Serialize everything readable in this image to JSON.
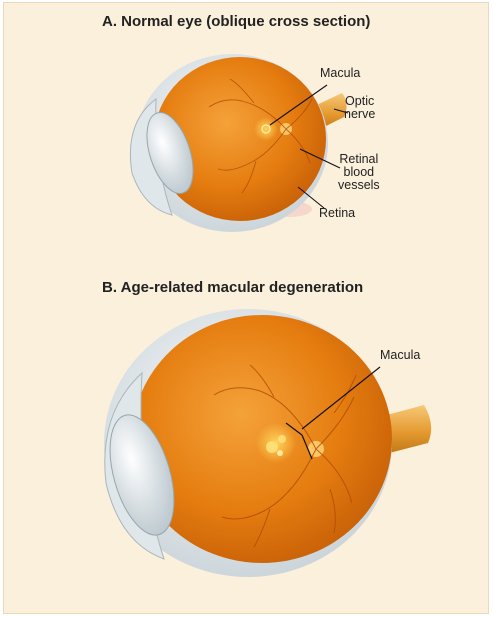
{
  "panel_a": {
    "title": "A. Normal eye (oblique cross section)",
    "labels": {
      "macula": "Macula",
      "optic_nerve": "Optic\nnerve",
      "retinal_vessels": "Retinal\nblood\nvessels",
      "retina": "Retina"
    }
  },
  "panel_b": {
    "title": "B. Age-related macular degeneration",
    "labels": {
      "macula": "Macula"
    }
  },
  "colors": {
    "background": "#fbf0dc",
    "eyeball_interior": "#e27a0c",
    "sclera": "#e9eef0",
    "optic_nerve": "#e8a040",
    "leader_line": "#111111"
  }
}
